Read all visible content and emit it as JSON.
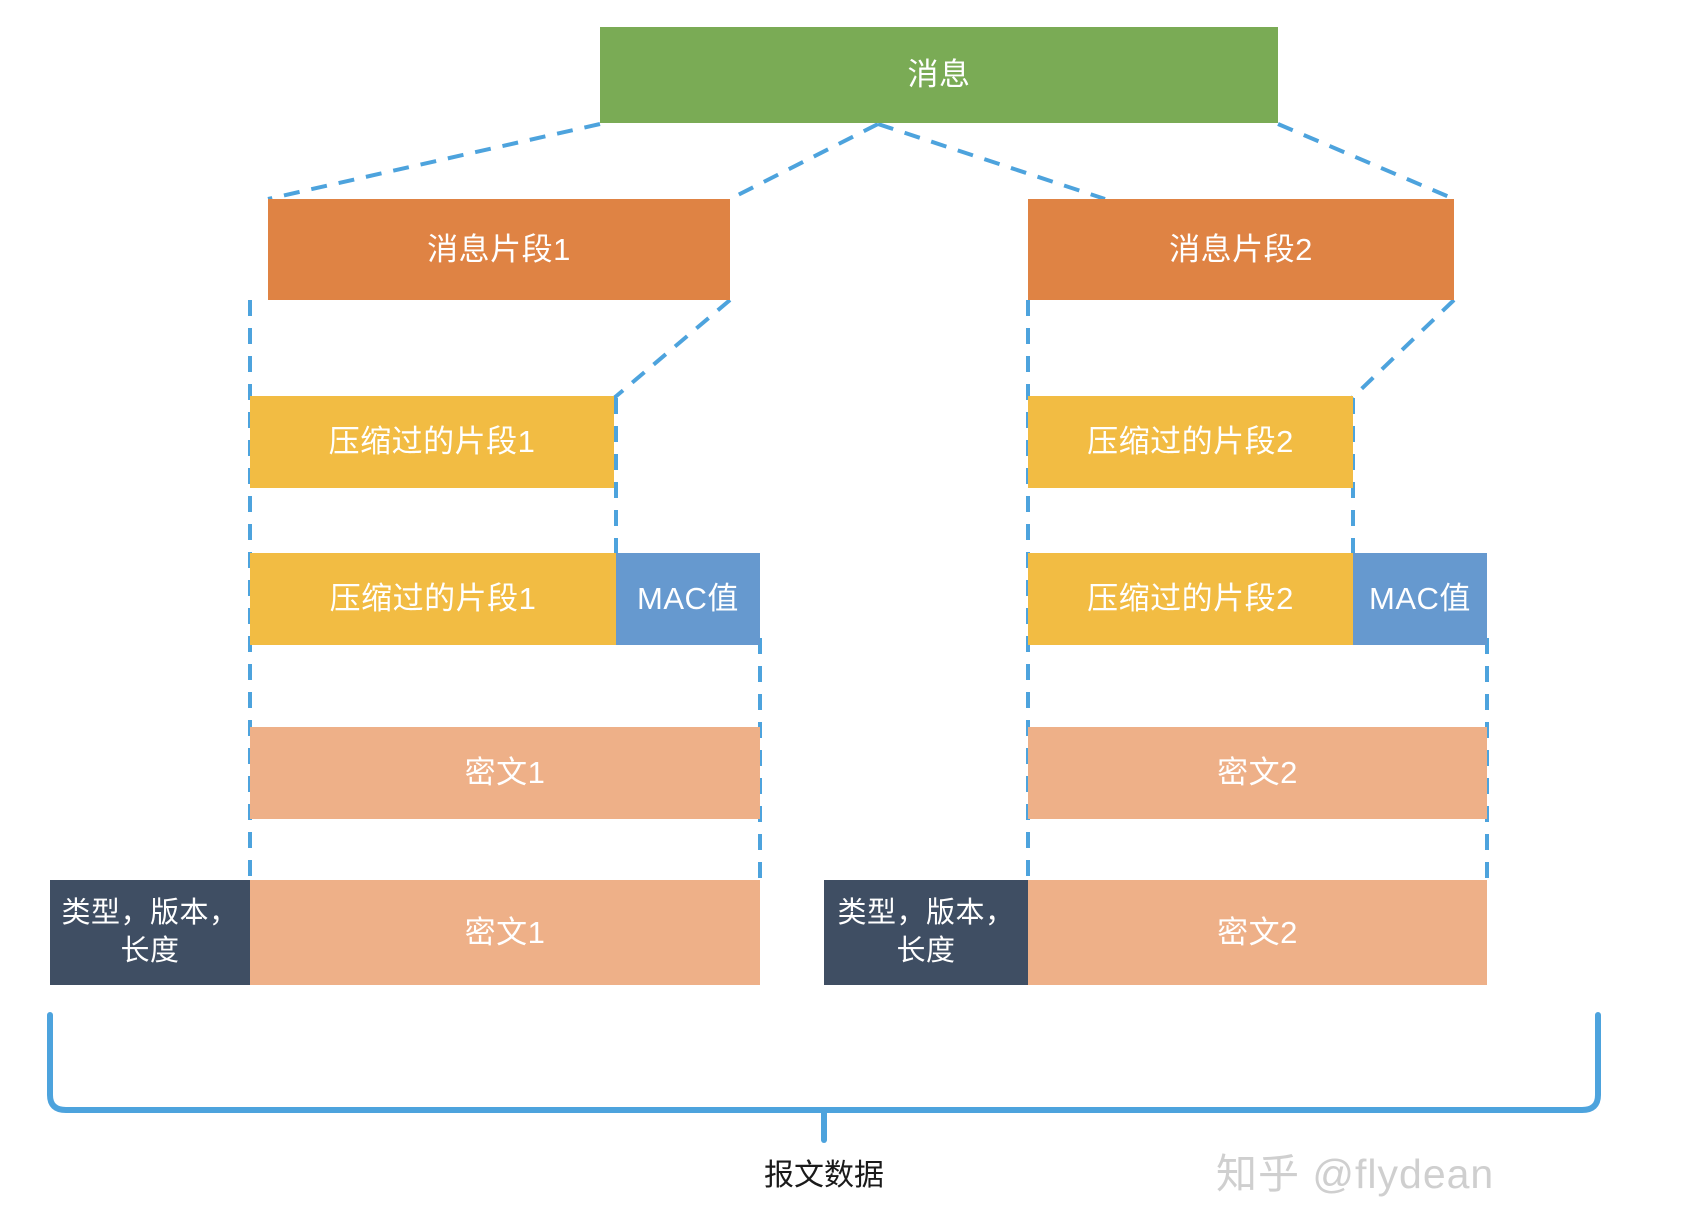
{
  "diagram": {
    "title_box": {
      "label": "消息"
    },
    "caption": "报文数据",
    "watermark": "知乎 @flydean",
    "colors": {
      "message": "#7aab55",
      "fragment": "#df8344",
      "compressed": "#f2bc43",
      "mac": "#6699cf",
      "ciphertext": "#eeb088",
      "header": "#3f4e63",
      "connector": "#4da3dd",
      "bracket": "#4da3dd"
    },
    "groups": [
      {
        "id": "group-1",
        "fragment": "消息片段1",
        "compressed": "压缩过的片段1",
        "compressed_with_mac": "压缩过的片段1",
        "mac": "MAC值",
        "ciphertext": "密文1",
        "record_header": "类型，版本，\n长度",
        "record_ciphertext": "密文1"
      },
      {
        "id": "group-2",
        "fragment": "消息片段2",
        "compressed": "压缩过的片段2",
        "compressed_with_mac": "压缩过的片段2",
        "mac": "MAC值",
        "ciphertext": "密文2",
        "record_header": "类型，版本，\n长度",
        "record_ciphertext": "密文2"
      }
    ]
  }
}
